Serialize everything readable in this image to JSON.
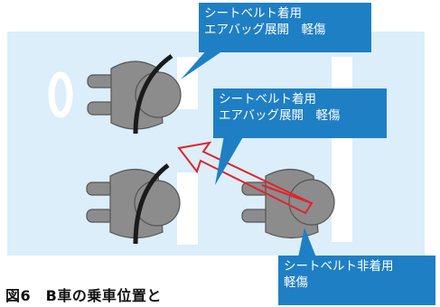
{
  "callouts": {
    "driver": {
      "line1": "シートベルト着用",
      "line2": "エアバッグ展開　軽傷"
    },
    "rear_left": {
      "line1": "シートベルト着用",
      "line2": "エアバッグ展開　軽傷"
    },
    "rear_right": {
      "line1": "シートベルト非着用",
      "line2": "軽傷"
    }
  },
  "caption": "図6　B車の乗車位置と",
  "colors": {
    "cabin": "#dbeef9",
    "seat_gap": "#ffffff",
    "occupant": "#8c8c8c",
    "callout": "#1f7fc4",
    "arrow": "#e0242a",
    "belt": "#1a1a1a"
  },
  "icons": [
    "steering-wheel-icon",
    "occupant-icon",
    "seatbelt-icon",
    "motion-arrow-icon"
  ]
}
